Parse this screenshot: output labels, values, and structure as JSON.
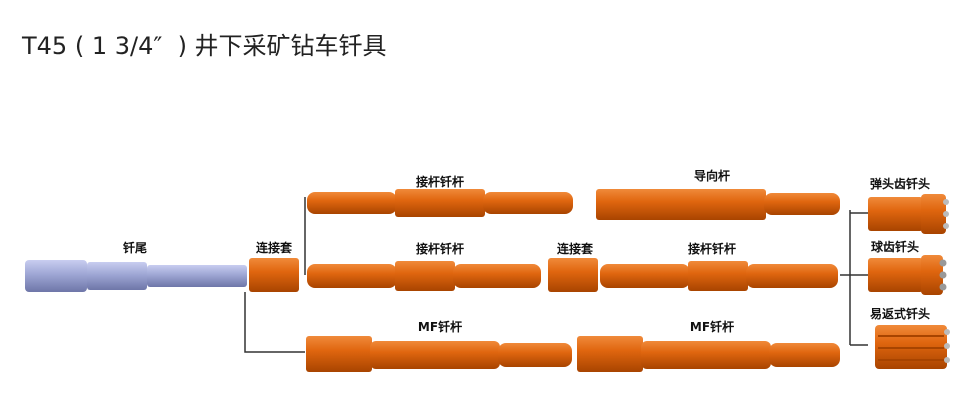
{
  "title": "T45 ( 1 3/4″  ) 井下采矿钻车钎具",
  "colors": {
    "rod": "#e0660f",
    "rod_dark": "#a84400",
    "shank": "#9ea6d4",
    "line": "#333333"
  },
  "labels": {
    "shank": "钎尾",
    "coupling_1": "连接套",
    "extension_rod_top": "接杆钎杆",
    "guide_rod": "导向杆",
    "extension_rod_mid_1": "接杆钎杆",
    "coupling_2": "连接套",
    "extension_rod_mid_2": "接杆钎杆",
    "mf_rod_1": "MF钎杆",
    "mf_rod_2": "MF钎杆",
    "bit_ballistic": "弹头齿钎头",
    "bit_spherical": "球齿钎头",
    "bit_retrac": "易返式钎头"
  }
}
